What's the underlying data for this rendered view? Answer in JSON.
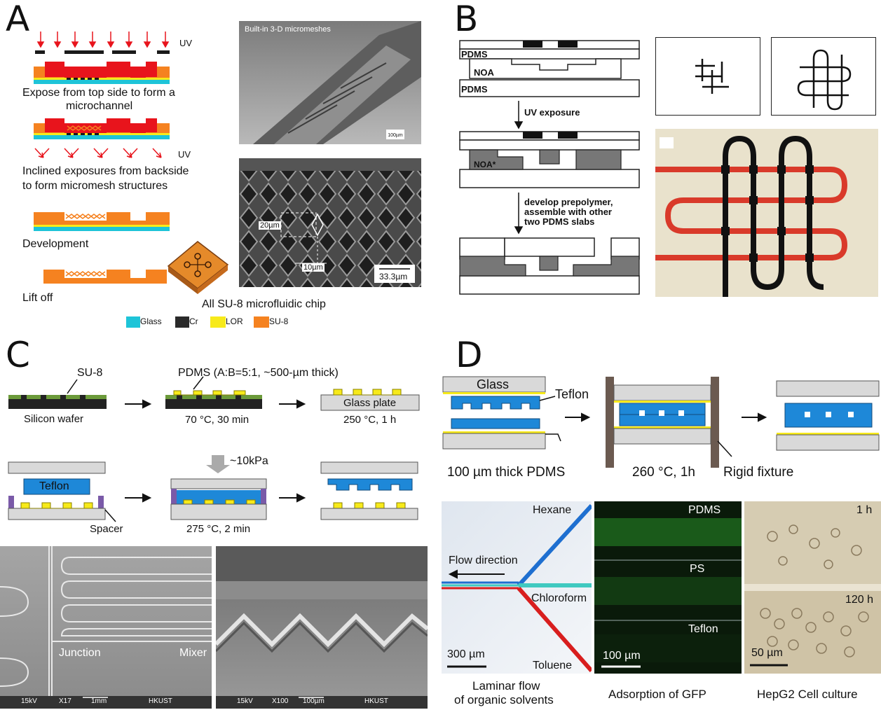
{
  "panels": {
    "a": {
      "letter": "A",
      "uv_top": "UV",
      "uv_mid": "UV",
      "step1": [
        "Expose from top side to form a",
        "microchannel"
      ],
      "step2": [
        "Inclined exposures from backside",
        "to form micromesh structures"
      ],
      "step3": "Development",
      "step4": "Lift off",
      "chip_label": "All SU-8 microfluidic chip",
      "sem_top_title": "Built-in 3-D micromeshes",
      "sem_top_scale": "100µm",
      "sem_bottom_dim_h": "20µm",
      "sem_bottom_dim_w": "10µm",
      "sem_bottom_scale": "33.3µm",
      "legend": [
        {
          "label": "Glass",
          "color": "#1ec4d8"
        },
        {
          "label": "Cr",
          "color": "#2a2a2a"
        },
        {
          "label": "LOR",
          "color": "#f7ea1a"
        },
        {
          "label": "SU-8",
          "color": "#f58220"
        }
      ],
      "colors": {
        "red": "#e8141c",
        "orange": "#f58220",
        "cyan": "#1ec4d8",
        "yellow": "#f7ea1a",
        "black": "#1a1a1a"
      }
    },
    "b": {
      "letter": "B",
      "label_pdms_top": "PDMS",
      "label_noa": "NOA",
      "label_pdms_bottom": "PDMS",
      "label_uv": "UV exposure",
      "label_noa_star": "NOA*",
      "label_develop": [
        "develop prepolymer,",
        "assemble with other",
        "two PDMS slabs"
      ],
      "colors": {
        "red": "#d93a2a",
        "black": "#111111",
        "photo_bg": "#e9e2cc"
      }
    },
    "c": {
      "letter": "C",
      "su8": "SU-8",
      "pdms_ratio": "PDMS (A:B=5:1, ~500-µm thick)",
      "silicon": "Silicon wafer",
      "cond1": "70 °C, 30 min",
      "glass_plate": "Glass plate",
      "cond2": "250 °C, 1 h",
      "pressure": "~10kPa",
      "teflon": "Teflon",
      "spacer": "Spacer",
      "cond3": "275 °C, 2 min",
      "sem_left": {
        "junction": "Junction",
        "mixer": "Mixer",
        "kv": "15kV",
        "mag": "X17",
        "scale": "1mm",
        "brand": "HKUST"
      },
      "sem_right": {
        "kv": "15kV",
        "mag": "X100",
        "scale": "100µm",
        "brand": "HKUST"
      },
      "colors": {
        "green": "#6b9a3a",
        "yellow": "#f7ea1a",
        "blue": "#1e88d8",
        "purple": "#7a5aa8",
        "grey": "#d9d9d9"
      }
    },
    "d": {
      "letter": "D",
      "glass": "Glass",
      "teflon": "Teflon",
      "pdms_thick": "100 µm thick PDMS",
      "cond": "260 °C, 1h",
      "rigid": "Rigid fixture",
      "flow": {
        "hexane": "Hexane",
        "direction": "Flow direction",
        "chloroform": "Chloroform",
        "toluene": "Toluene",
        "scale": "300 µm",
        "caption": [
          "Laminar flow",
          "of organic solvents"
        ]
      },
      "gfp": {
        "pdms": "PDMS",
        "ps": "PS",
        "teflon": "Teflon",
        "scale": "100 µm",
        "caption": "Adsorption of GFP"
      },
      "cell": {
        "t1": "1 h",
        "t2": "120 h",
        "scale": "50 µm",
        "caption": "HepG2 Cell culture"
      },
      "colors": {
        "blue": "#1e88d8",
        "yellow": "#f7ea1a",
        "grey": "#d9d9d9",
        "fixture": "#6b5a50"
      }
    }
  }
}
